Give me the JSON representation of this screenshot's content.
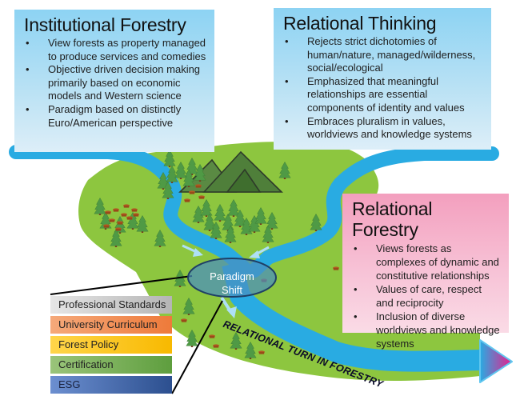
{
  "boxes": {
    "institutional_forestry": {
      "title": "Institutional Forestry",
      "bullets": [
        "View forests as property managed to produce services and comedies",
        "Objective driven decision making primarily based on economic models and Western science",
        "Paradigm based on distinctly Euro/American perspective"
      ]
    },
    "relational_thinking": {
      "title": "Relational Thinking",
      "bullets": [
        "Rejects strict dichotomies of human/nature, managed/wilderness, social/ecological",
        "Emphasized that meaningful relationships are essential components of identity and values",
        "Embraces pluralism in values, worldviews and knowledge systems"
      ]
    },
    "relational_forestry": {
      "title": "Relational Forestry",
      "bullets": [
        "Views forests as complexes of dynamic and constitutive relationships",
        "Values of care, respect and reciprocity",
        "Inclusion of diverse worldviews and knowledge systems"
      ]
    }
  },
  "paradigm_shift": {
    "label_line1": "Paradigm",
    "label_line2": "Shift"
  },
  "river_label": "RELATIONAL TURN IN FORESTRY",
  "levers": [
    {
      "label": "Professional Standards",
      "color": "#c9c9c9"
    },
    {
      "label": "University Curriculum",
      "color": "#ef8a4a"
    },
    {
      "label": "Forest Policy",
      "color": "#fcc419"
    },
    {
      "label": "Certification",
      "color": "#77aa55"
    },
    {
      "label": "ESG",
      "color": "#3d63a8"
    }
  ],
  "colors": {
    "land": "#8dc63f",
    "river": "#29abe2",
    "mountain": "#4f7f3a",
    "arrow_end": "#e91e8c"
  }
}
